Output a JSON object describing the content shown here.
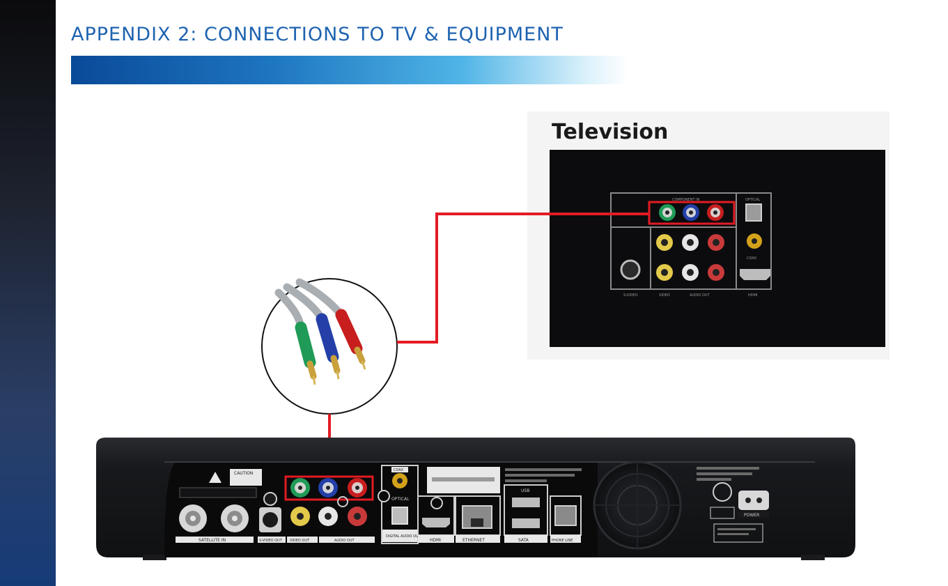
{
  "page": {
    "title": "APPENDIX 2: CONNECTIONS TO TV & EQUIPMENT"
  },
  "television": {
    "heading": "Television",
    "port_labels": [
      "COMPONENT IN",
      "OPTICAL",
      "COAX",
      "S-VIDEO",
      "VIDEO",
      "AUDIO OUT",
      "HDMI"
    ]
  },
  "receiver": {
    "port_labels": [
      "SATELLITE IN",
      "S-VIDEO OUT",
      "VIDEO OUT",
      "AUDIO OUT",
      "COAX",
      "OPTICAL",
      "DIGITAL AUDIO OUT",
      "HDMI",
      "ETHERNET",
      "USB",
      "SATA",
      "PHONE LINE",
      "POWER",
      "CAUTION"
    ]
  },
  "colors": {
    "title_text": "#1e63b0",
    "highlight_red": "#e31b23",
    "panel_black": "#0c0c0e",
    "component_green": "#1f9b57",
    "component_blue": "#2440a8",
    "component_red": "#c81e1e"
  }
}
